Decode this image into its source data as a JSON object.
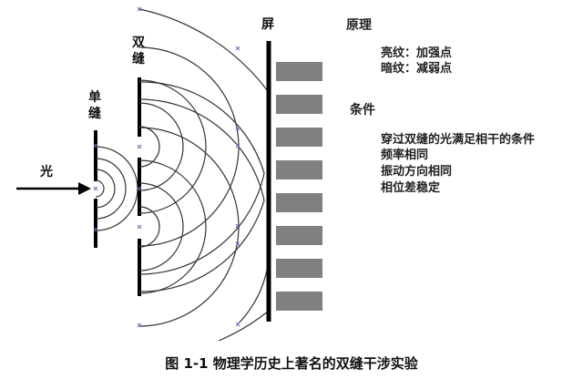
{
  "labels": {
    "light": "光",
    "single_slit": "单缝",
    "double_slit": "双缝",
    "screen": "屏"
  },
  "principle": {
    "title": "原理",
    "items": [
      "亮纹：加强点",
      "暗纹：减弱点"
    ]
  },
  "conditions": {
    "title": "条件",
    "items": [
      "穿过双缝的光满足相干的条件",
      "频率相同",
      "振动方向相同",
      "相位差稳定"
    ]
  },
  "caption": "图 1-1 物理学历史上著名的双缝干涉实验",
  "colors": {
    "barrier": "#000000",
    "fringe": "#808080",
    "wave": "#333333",
    "marker": "#6a6ab0"
  },
  "fringes_count": 8
}
